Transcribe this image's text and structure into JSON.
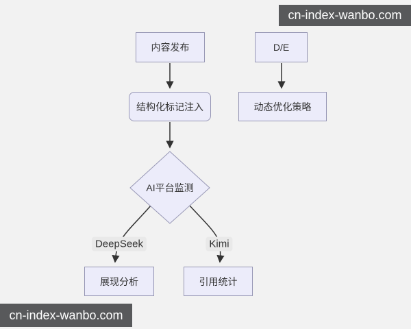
{
  "watermark": {
    "top_right": "cn-index-wanbo.com",
    "bottom_left": "cn-index-wanbo.com"
  },
  "flowchart": {
    "nodes": {
      "content_publish": {
        "label": "内容发布",
        "shape": "rectangle"
      },
      "de": {
        "label": "D/E",
        "shape": "rectangle"
      },
      "structured_markup_injection": {
        "label": "结构化标记注入",
        "shape": "rounded-rectangle"
      },
      "dynamic_optimization_strategy": {
        "label": "动态优化策略",
        "shape": "rectangle"
      },
      "ai_platform_monitoring": {
        "label": "AI平台监测",
        "shape": "diamond"
      },
      "display_analysis": {
        "label": "展现分析",
        "shape": "rectangle"
      },
      "citation_statistics": {
        "label": "引用统计",
        "shape": "rectangle"
      }
    },
    "edges": [
      {
        "from": "content_publish",
        "to": "structured_markup_injection",
        "label": ""
      },
      {
        "from": "de",
        "to": "dynamic_optimization_strategy",
        "label": ""
      },
      {
        "from": "structured_markup_injection",
        "to": "ai_platform_monitoring",
        "label": ""
      },
      {
        "from": "ai_platform_monitoring",
        "to": "display_analysis",
        "label": "DeepSeek"
      },
      {
        "from": "ai_platform_monitoring",
        "to": "citation_statistics",
        "label": "Kimi"
      }
    ]
  },
  "colors": {
    "canvas_bg": "#f2f2f2",
    "node_fill": "#ececfa",
    "node_border": "#9696b4",
    "node_text": "#333333",
    "arrow": "#333333",
    "edge_label_bg": "#e9e9e9",
    "watermark_bg": "#58595b",
    "watermark_text": "#ffffff"
  }
}
